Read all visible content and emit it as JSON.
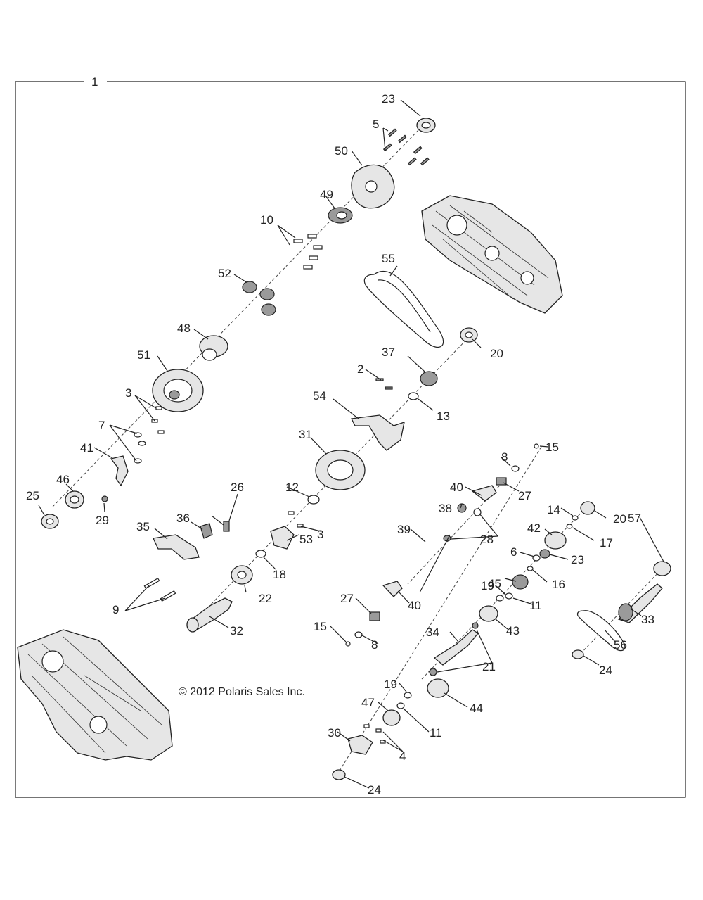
{
  "diagram": {
    "copyright": "© 2012 Polaris Sales Inc.",
    "callouts": {
      "c1": "1",
      "c2": "2",
      "c3a": "3",
      "c3b": "3",
      "c4": "4",
      "c5": "5",
      "c6": "6",
      "c7": "7",
      "c8a": "8",
      "c8b": "8",
      "c9": "9",
      "c10": "10",
      "c11a": "11",
      "c11b": "11",
      "c12": "12",
      "c13": "13",
      "c14": "14",
      "c15a": "15",
      "c15b": "15",
      "c16": "16",
      "c17": "17",
      "c18": "18",
      "c19a": "19",
      "c19b": "19",
      "c20a": "20",
      "c20b": "20",
      "c21": "21",
      "c22": "22",
      "c23a": "23",
      "c23b": "23",
      "c24a": "24",
      "c24b": "24",
      "c25": "25",
      "c26": "26",
      "c27a": "27",
      "c27b": "27",
      "c28": "28",
      "c29": "29",
      "c30": "30",
      "c31": "31",
      "c32": "32",
      "c33": "33",
      "c34": "34",
      "c35": "35",
      "c36": "36",
      "c37": "37",
      "c38": "38",
      "c39": "39",
      "c40a": "40",
      "c40b": "40",
      "c41": "41",
      "c42": "42",
      "c43": "43",
      "c44": "44",
      "c45": "45",
      "c46": "46",
      "c47": "47",
      "c48": "48",
      "c49": "49",
      "c50": "50",
      "c51": "51",
      "c52": "52",
      "c53": "53",
      "c54": "54",
      "c55": "55",
      "c56": "56",
      "c57": "57"
    }
  }
}
